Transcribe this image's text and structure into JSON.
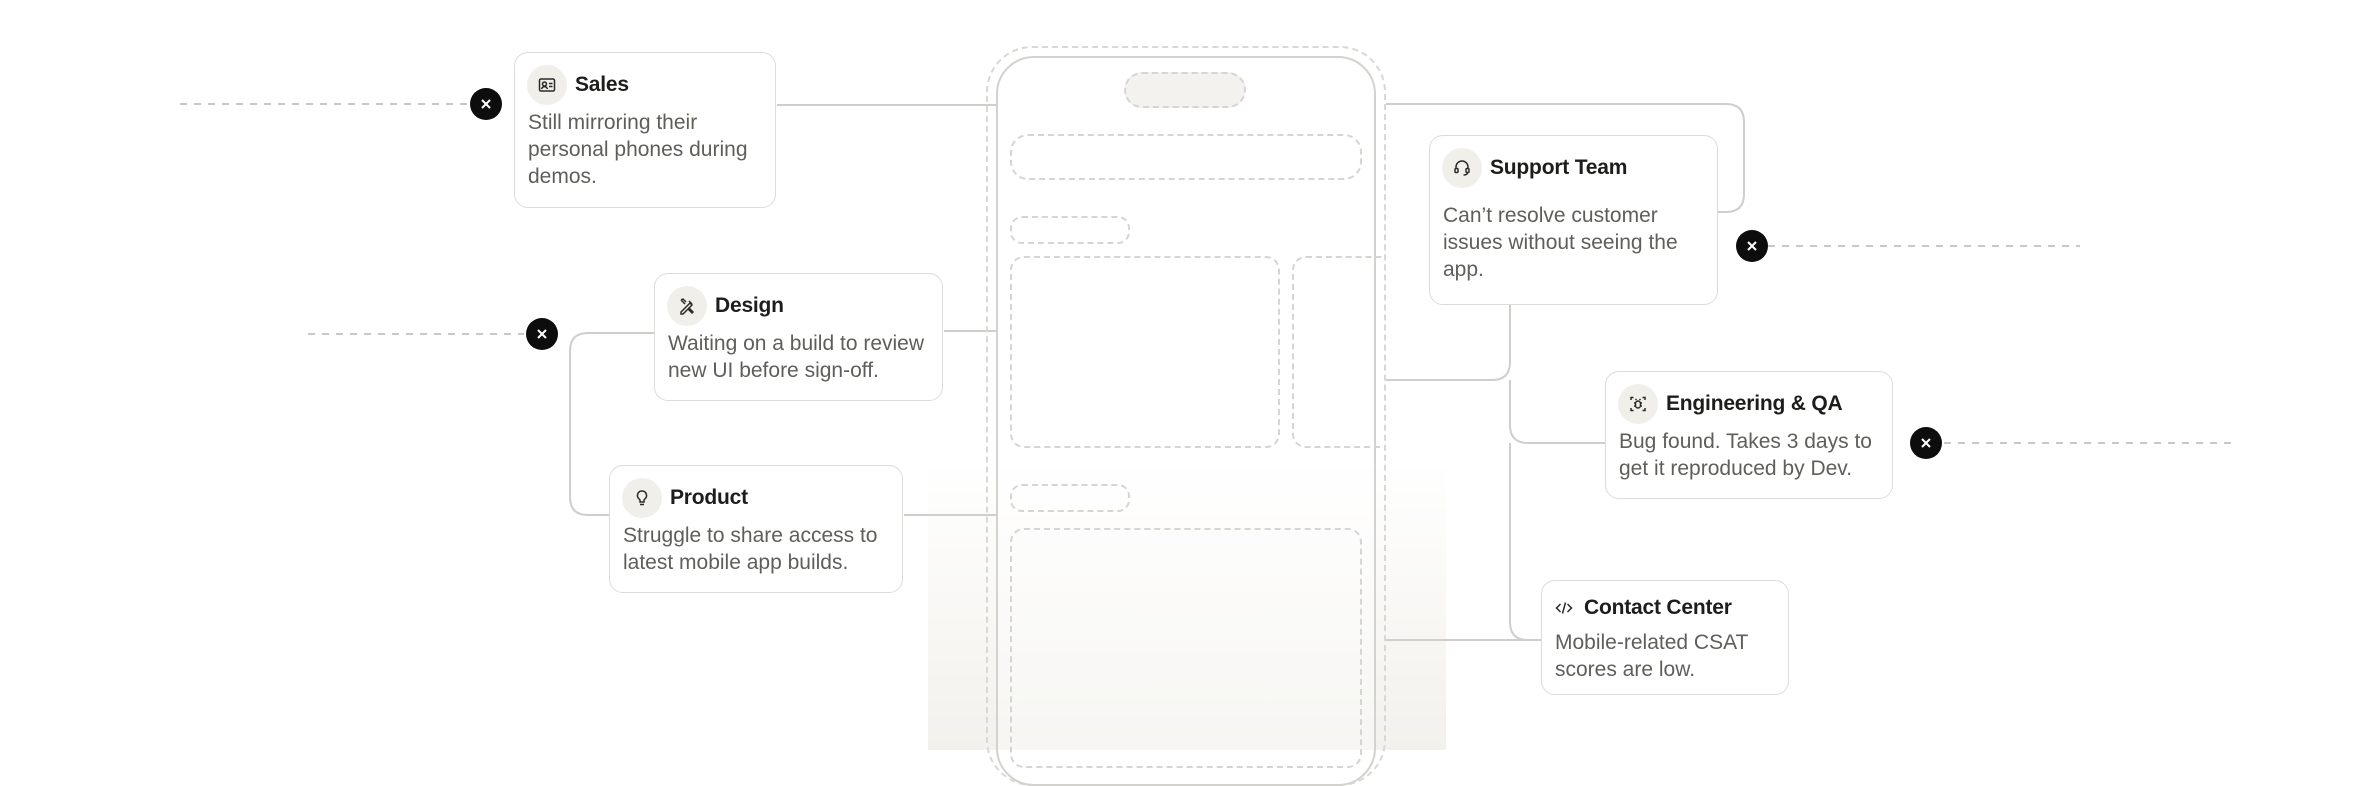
{
  "cards": [
    {
      "key": "sales",
      "title": "Sales",
      "description": "Still mirroring their personal phones during demos.",
      "icon": "id-card-icon"
    },
    {
      "key": "design",
      "title": "Design",
      "description": "Waiting on a build to review new UI before sign-off.",
      "icon": "design-tools-icon"
    },
    {
      "key": "product",
      "title": "Product",
      "description": "Struggle to share access to latest mobile app builds.",
      "icon": "lightbulb-icon"
    },
    {
      "key": "support",
      "title": "Support Team",
      "description": "Can’t resolve customer issues without seeing the app.",
      "icon": "headset-icon"
    },
    {
      "key": "engineering",
      "title": "Engineering & QA",
      "description": "Bug found. Takes 3 days to get it reproduced by Dev.",
      "icon": "bug-icon"
    },
    {
      "key": "contact",
      "title": "Contact Center",
      "description": "Mobile-related CSAT scores are low.",
      "icon": "code-icon"
    }
  ],
  "close_icon": "close-icon",
  "colors": {
    "badge": "#0d0d0d",
    "connector": "#cfceca",
    "dash": "#c9c8c4",
    "icon_bg": "#f1efe9",
    "fade": "#f3f1ec"
  }
}
